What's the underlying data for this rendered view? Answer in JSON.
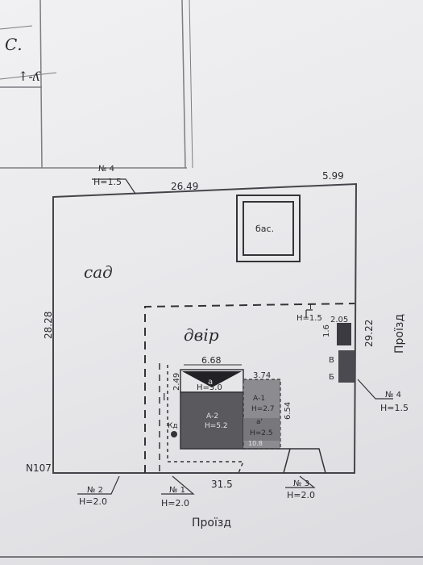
{
  "top_fragment": {
    "label_c": "С.",
    "label_mark": "↑-ʎ"
  },
  "plan": {
    "north_edge": {
      "length": "26.49",
      "right_length": "5.99"
    },
    "west_edge": {
      "length": "28.28"
    },
    "east_edge": {
      "length": "29.22"
    },
    "south_edge": {
      "length": "31.5"
    },
    "corner_code": "N107",
    "garden_label": "сад",
    "yard_label": "двір",
    "pool_label": "бас.",
    "sheds": {
      "upper": "В",
      "lower": "Б"
    },
    "shed_dims": {
      "height": "1.6",
      "width": "2.05"
    },
    "gate_label": "Г",
    "gate_height": "Н=1.5",
    "fence_marker": "І",
    "well_label": "Кд",
    "house": {
      "width_dim": "6.68",
      "depth_dim": "2.49",
      "offset_dim": "3.74",
      "side_dim": "6.54",
      "bottom_dim": "10.8",
      "porch": {
        "letter": "а",
        "height": "Н=3.0"
      },
      "main": {
        "letter": "А-2",
        "height": "Н=5.2"
      },
      "annex": {
        "letter": "А-1",
        "height": "Н=2.7",
        "sub_letter": "а'",
        "sub_height": "Н=2.5"
      }
    }
  },
  "markers": [
    {
      "number": "№ 4",
      "height": "Н=1.5"
    },
    {
      "number": "№ 4",
      "height": "Н=1.5"
    },
    {
      "number": "№ 2",
      "height": "Н=2.0"
    },
    {
      "number": "№ 1",
      "height": "Н=2.0"
    },
    {
      "number": "№ 3",
      "height": "Н=2.0"
    }
  ],
  "streets": {
    "east": "Проїзд",
    "south": "Проїзд"
  }
}
